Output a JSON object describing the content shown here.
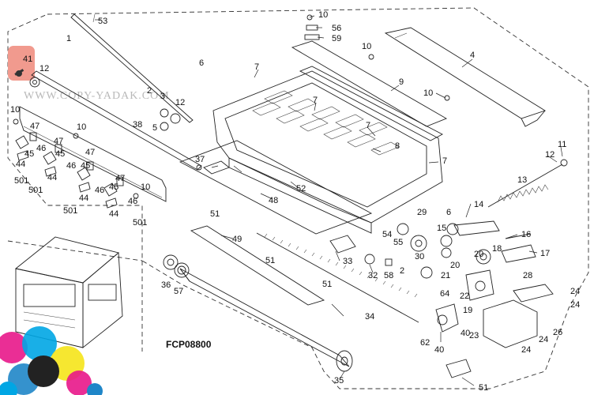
{
  "figure": {
    "code": "FCP08800",
    "watermark": "WWW.COPY-YADAK.COM",
    "highlight_color": "#f19a8e",
    "highlighted_callout": "41"
  },
  "callouts": {
    "c1": "1",
    "c53": "53",
    "c10a": "10",
    "c56": "56",
    "c59": "59",
    "c41": "41",
    "c12a": "12",
    "c6a": "6",
    "c7a": "7",
    "c10b": "10",
    "c4": "4",
    "c9": "9",
    "c10c": "10",
    "c10d": "10",
    "c2a": "2",
    "c3": "3",
    "c12b": "12",
    "c5": "5",
    "c7b": "7",
    "c38": "38",
    "c47a": "47",
    "c10e": "10",
    "c45a": "45",
    "c46a": "46",
    "c44a": "44",
    "c47b": "47",
    "c7c": "7",
    "c8": "8",
    "c11": "11",
    "c12c": "12",
    "c501a": "501",
    "c45b": "45",
    "c46b": "46",
    "c37": "37",
    "c7d": "7",
    "c501b": "501",
    "c44b": "44",
    "c47c": "47",
    "c45c": "45",
    "c46c": "46",
    "c47d": "47",
    "c13": "13",
    "c52": "52",
    "c48": "48",
    "c10f": "10",
    "c44c": "44",
    "c501c": "501",
    "c45d": "45",
    "c46d": "46",
    "c29": "29",
    "c6b": "6",
    "c14": "14",
    "c44d": "44",
    "c16": "16",
    "c51a": "51",
    "c501d": "501",
    "c49": "49",
    "c54": "54",
    "c55": "55",
    "c33": "33",
    "c15": "15",
    "c51b": "51",
    "c30": "30",
    "c18": "18",
    "c20a": "20",
    "c17": "17",
    "c36": "36",
    "c57": "57",
    "c32": "32",
    "c58": "58",
    "c2b": "2",
    "c20b": "20",
    "c21": "21",
    "c28": "28",
    "c51c": "51",
    "c24a": "24",
    "c22": "22",
    "c64": "64",
    "c19": "19",
    "c34": "34",
    "c24b": "24",
    "c23": "23",
    "c26": "26",
    "c62": "62",
    "c40a": "40",
    "c40b": "40",
    "c24c": "24",
    "c24d": "24",
    "c35": "35",
    "c51d": "51"
  }
}
